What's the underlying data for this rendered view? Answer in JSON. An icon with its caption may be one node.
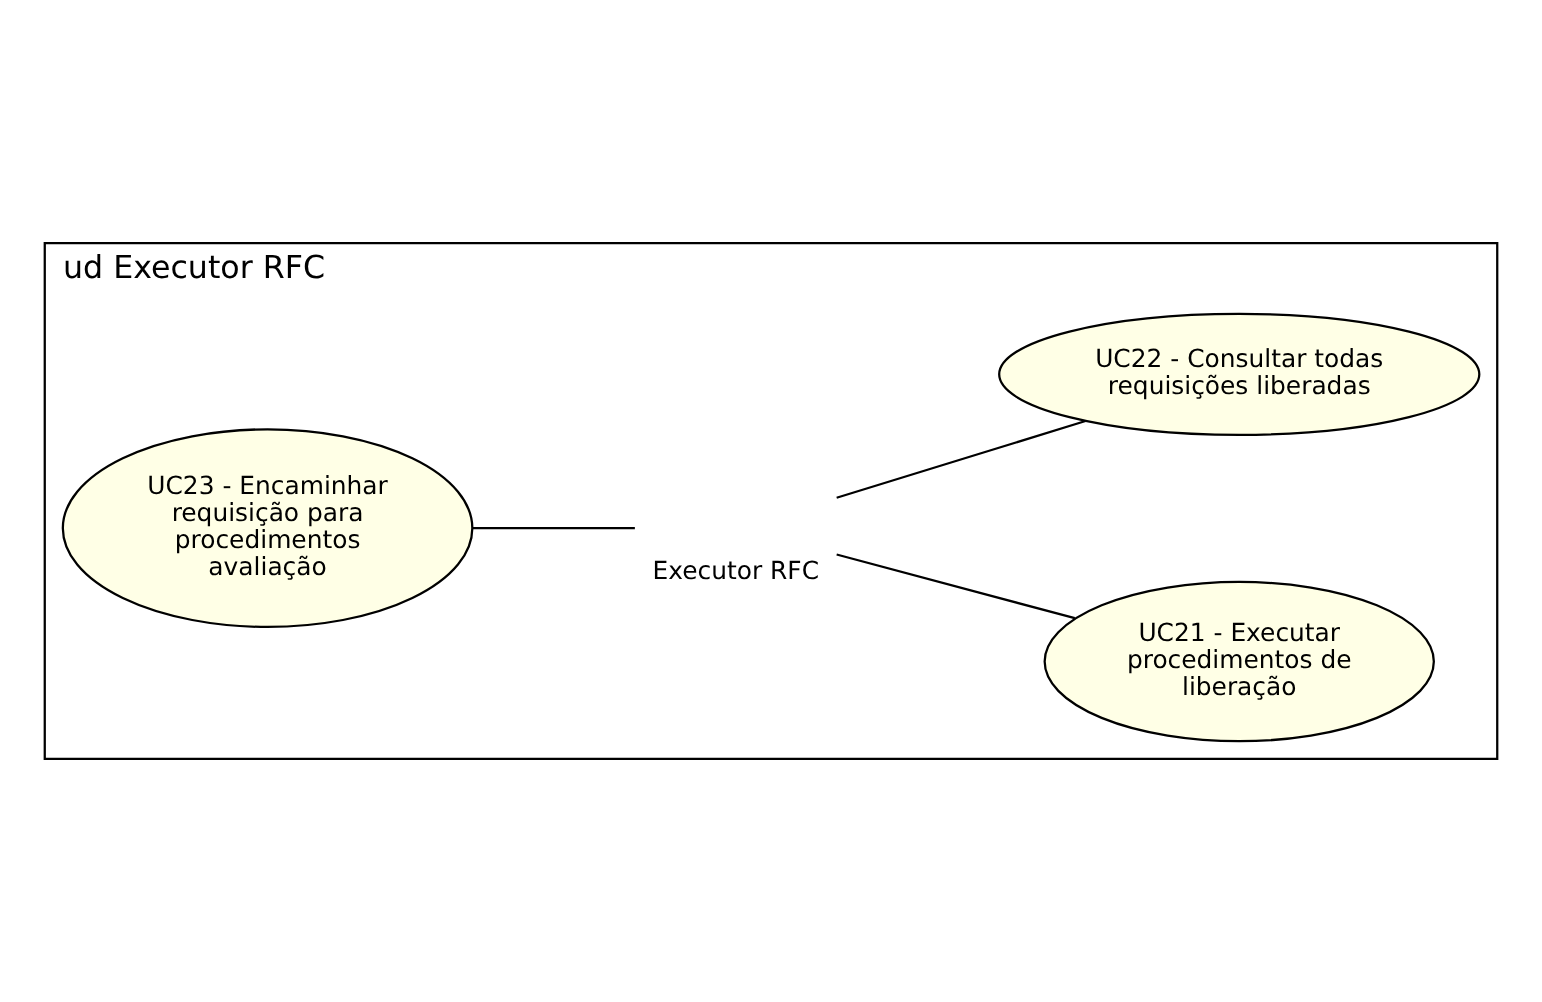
{
  "diagram": {
    "nodes": [
      {
        "text": [
          "ud Executor RFC"
        ]
      },
      {
        "text": [
          "UC21 - Executar procedimentos de liberação"
        ],
        "in": 0
      },
      {
        "text": [
          "UC23 - Encaminhar requisição para procedimentos avaliação"
        ],
        "in": 0
      },
      {
        "text": [
          "Executor RFC"
        ],
        "in": 0
      },
      {
        "text": [
          "UC22 - Consultar todas requisições liberadas"
        ],
        "in": 0
      }
    ],
    "edges": [
      {
        "from": 2,
        "to": 3,
        "arrow": "none"
      },
      {
        "from": 3,
        "to": 1,
        "arrow": "none"
      },
      {
        "from": 3,
        "to": 4,
        "arrow": "none"
      }
    ]
  }
}
